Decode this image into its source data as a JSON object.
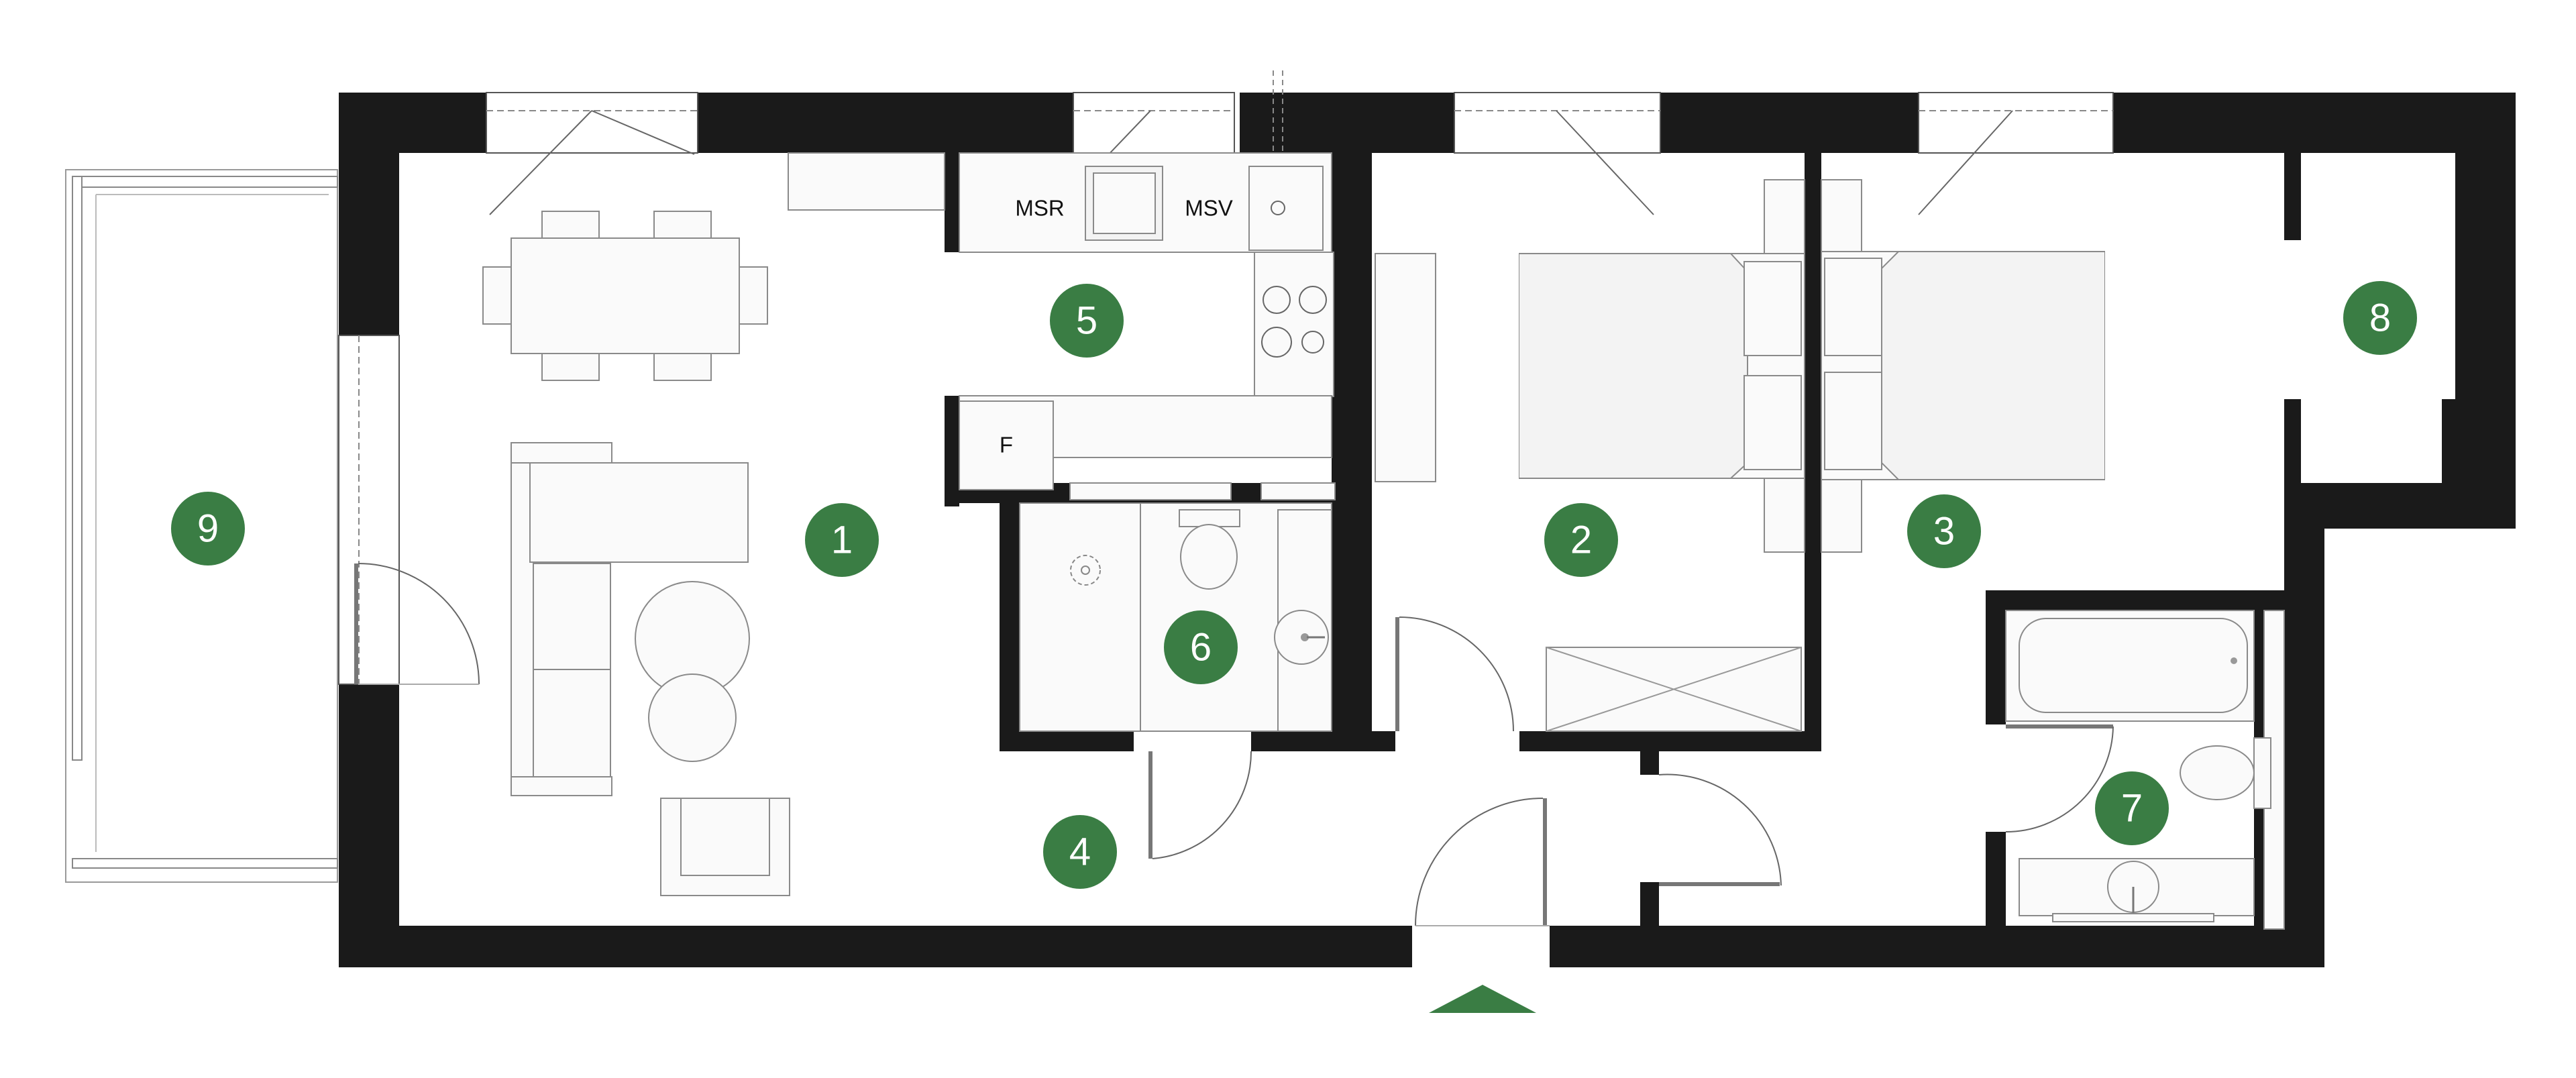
{
  "plan": {
    "rooms": [
      {
        "number": "1"
      },
      {
        "number": "2"
      },
      {
        "number": "3"
      },
      {
        "number": "4"
      },
      {
        "number": "5"
      },
      {
        "number": "6"
      },
      {
        "number": "7"
      },
      {
        "number": "8"
      },
      {
        "number": "9"
      }
    ],
    "appliance_labels": {
      "msr": "MSR",
      "msv": "MSV",
      "fridge": "F"
    },
    "colors": {
      "marker": "#3a7d44",
      "wall": "#1a1a1a",
      "entrance_arrow": "#3a7d44"
    },
    "entrance_icon": "entrance-arrow-icon"
  }
}
